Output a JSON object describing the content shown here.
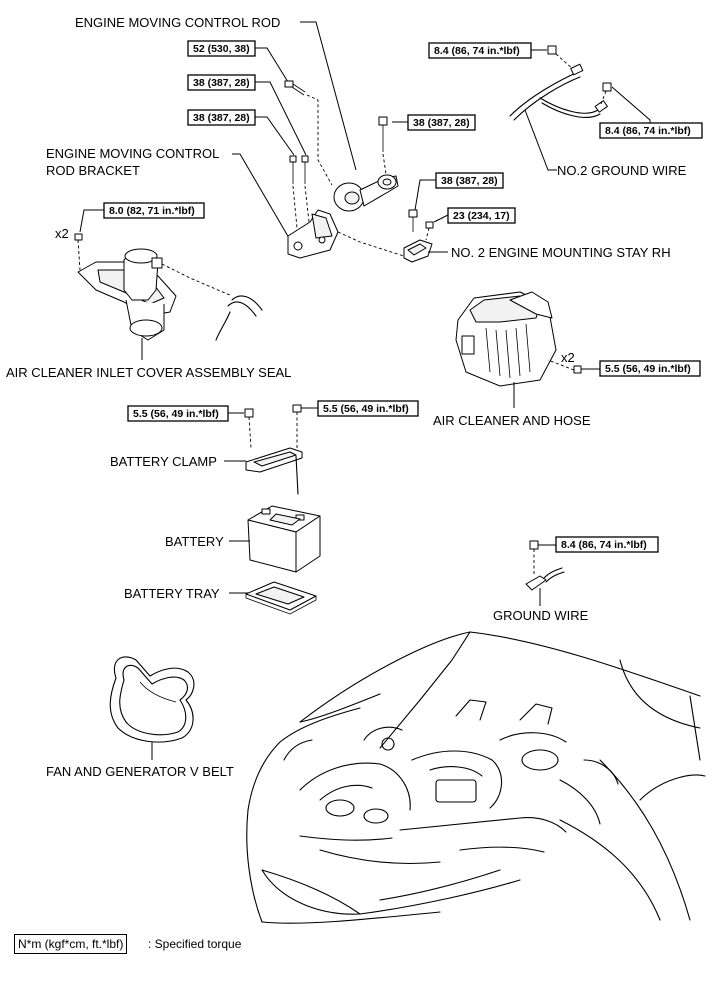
{
  "parts": {
    "engine_moving_control_rod": "ENGINE MOVING CONTROL ROD",
    "bracket_line1": "ENGINE MOVING CONTROL",
    "bracket_line2": "ROD BRACKET",
    "no2_ground_wire": "NO.2 GROUND WIRE",
    "no2_mounting_stay": "NO. 2 ENGINE MOUNTING STAY RH",
    "air_cleaner_inlet_cover": "AIR CLEANER INLET COVER ASSEMBLY SEAL",
    "air_cleaner_hose": "AIR CLEANER AND HOSE",
    "battery_clamp": "BATTERY CLAMP",
    "battery": "BATTERY",
    "battery_tray": "BATTERY TRAY",
    "ground_wire": "GROUND WIRE",
    "fan_belt": "FAN AND GENERATOR V BELT"
  },
  "torques": {
    "t52": "52 (530, 38)",
    "t38a": "38 (387, 28)",
    "t38b": "38 (387, 28)",
    "t38c": "38 (387, 28)",
    "t38d": "38 (387, 28)",
    "t23": "23 (234, 17)",
    "t8_4a": "8.4 (86, 74 in.*lbf)",
    "t8_4b": "8.4 (86, 74 in.*lbf)",
    "t8_4c": "8.4 (86, 74 in.*lbf)",
    "t8_0": "8.0 (82, 71 in.*lbf)",
    "t5_5a": "5.5 (56, 49 in.*lbf)",
    "t5_5b": "5.5 (56, 49 in.*lbf)",
    "t5_5c": "5.5 (56, 49 in.*lbf)"
  },
  "quantities": {
    "inlet_bolts": "x2",
    "hose_bolts": "x2"
  },
  "legend": {
    "box": "N*m (kgf*cm, ft.*lbf)",
    "text": ": Specified torque"
  }
}
